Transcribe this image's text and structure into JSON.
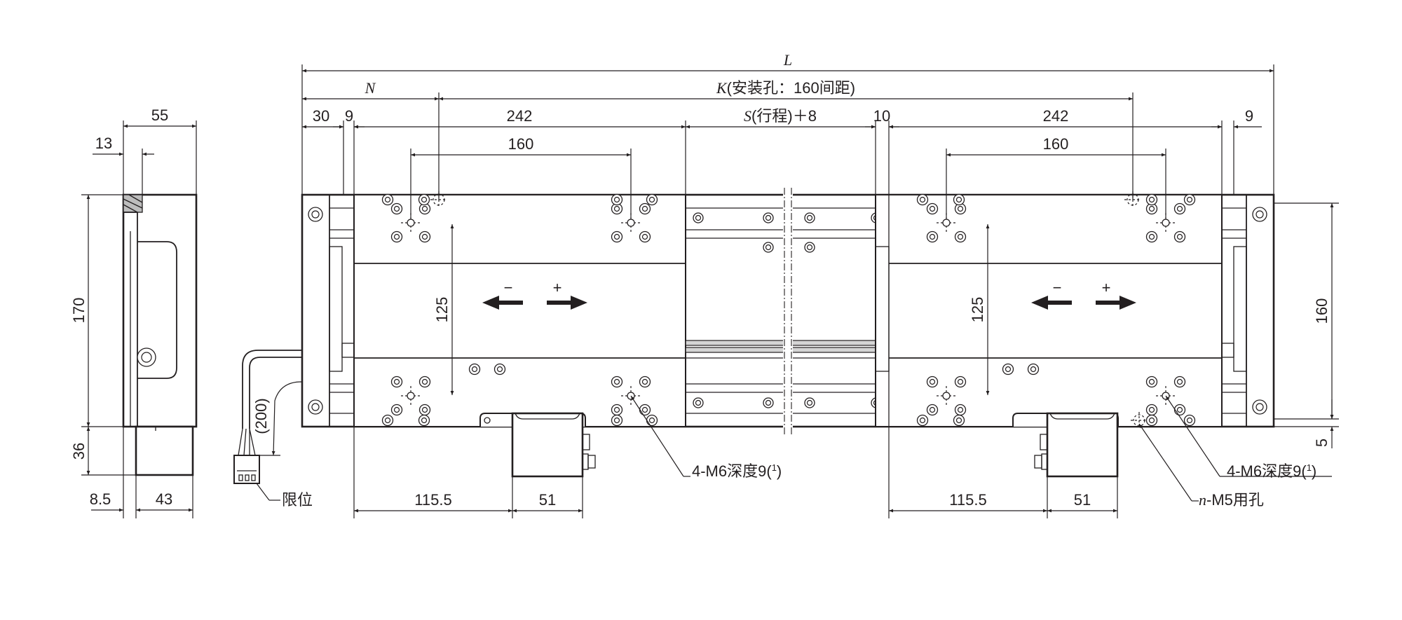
{
  "dimensions": {
    "L": "L",
    "N": "N",
    "K_prefix": "K",
    "K_suffix": "(安装孔：160间距)",
    "S_prefix": "S",
    "S_suffix": "(行程)＋8",
    "d30": "30",
    "d9_left": "9",
    "d242_left": "242",
    "d10": "10",
    "d242_right": "242",
    "d9_right": "9",
    "d160_left": "160",
    "d160_right": "160",
    "d125_left": "125",
    "d125_right": "125",
    "d160_height": "160",
    "d5": "5",
    "d115_left": "115.5",
    "d51_left": "51",
    "d115_right": "115.5",
    "d51_right": "51",
    "side_55": "55",
    "side_13": "13",
    "side_170": "170",
    "side_36": "36",
    "side_8_5": "8.5",
    "side_43": "43",
    "cable_200": "(200)"
  },
  "callouts": {
    "m6_left_main": "4-M6深度9(",
    "m6_left_sup": "1",
    "m6_left_close": ")",
    "m6_right_main": "4-M6深度9(",
    "m6_right_sup": "1",
    "m6_right_close": ")",
    "m5_n": "n",
    "m5_rest": "-M5用孔",
    "limit": "限位"
  },
  "motion": {
    "minus": "−",
    "plus": "+"
  }
}
